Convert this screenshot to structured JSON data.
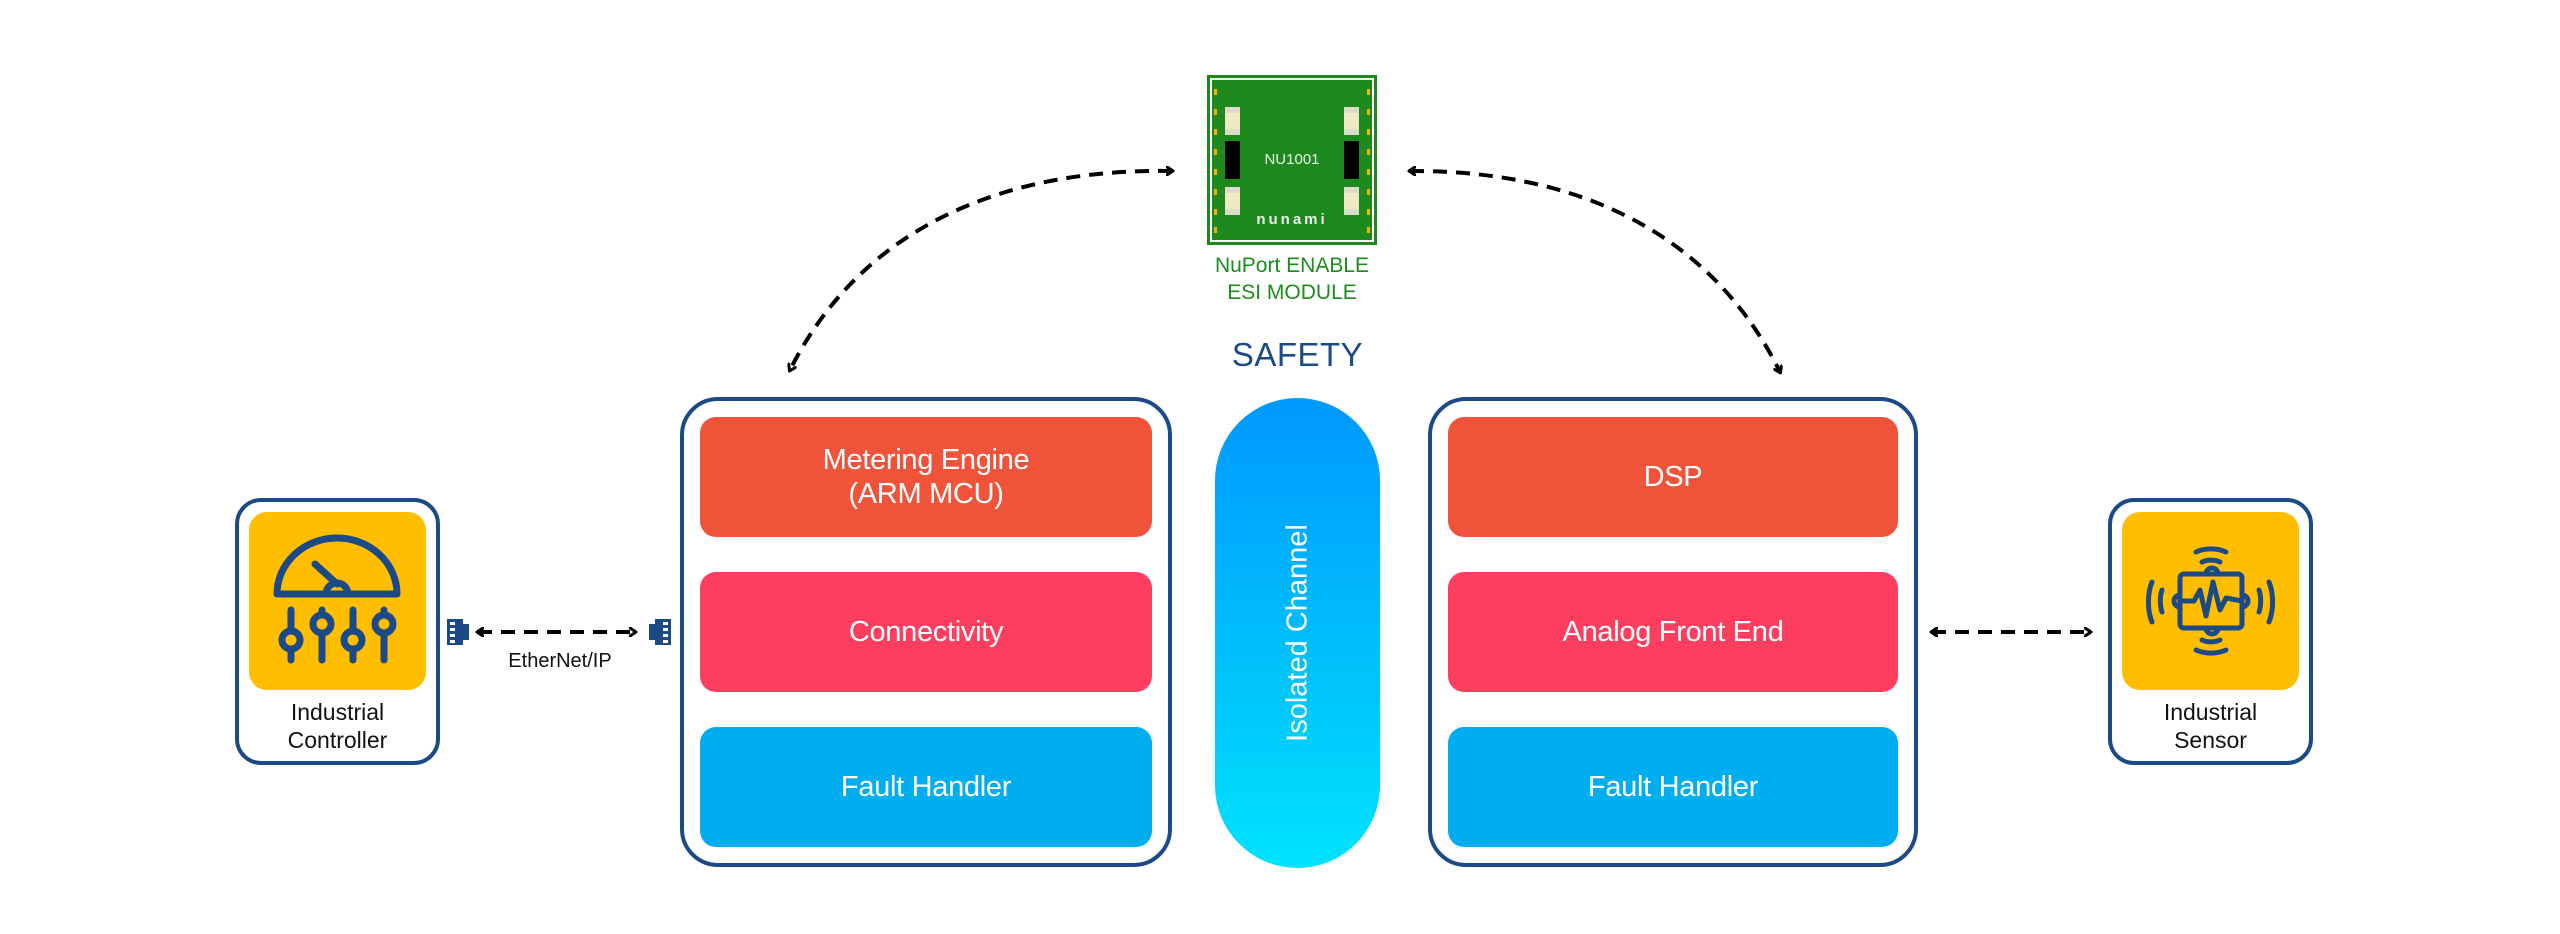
{
  "module": {
    "part_number": "NU1001",
    "brand": "nunami",
    "caption": "NuPort ENABLE\nESI MODULE",
    "caption_color": "#1c8c1c"
  },
  "safety_label": "SAFETY",
  "isolated_channel_label": "Isolated Channel",
  "left_stack": {
    "blocks": [
      {
        "label": "Metering Engine\n(ARM MCU)",
        "color": "#ef5339"
      },
      {
        "label": "Connectivity",
        "color": "#fe3e5f"
      },
      {
        "label": "Fault Handler",
        "color": "#00aeef"
      }
    ]
  },
  "right_stack": {
    "blocks": [
      {
        "label": "DSP",
        "color": "#ef5339"
      },
      {
        "label": "Analog Front End",
        "color": "#fe3e5f"
      },
      {
        "label": "Fault Handler",
        "color": "#00aeef"
      }
    ]
  },
  "controller": {
    "label": "Industrial\nController",
    "icon": "gauge-sliders-icon"
  },
  "sensor": {
    "label": "Industrial\nSensor",
    "icon": "vibration-sensor-icon"
  },
  "ethernet_label": "EtherNet/IP",
  "colors": {
    "border": "#1b4a86",
    "tile": "#ffbe00",
    "arrow": "#000000"
  }
}
